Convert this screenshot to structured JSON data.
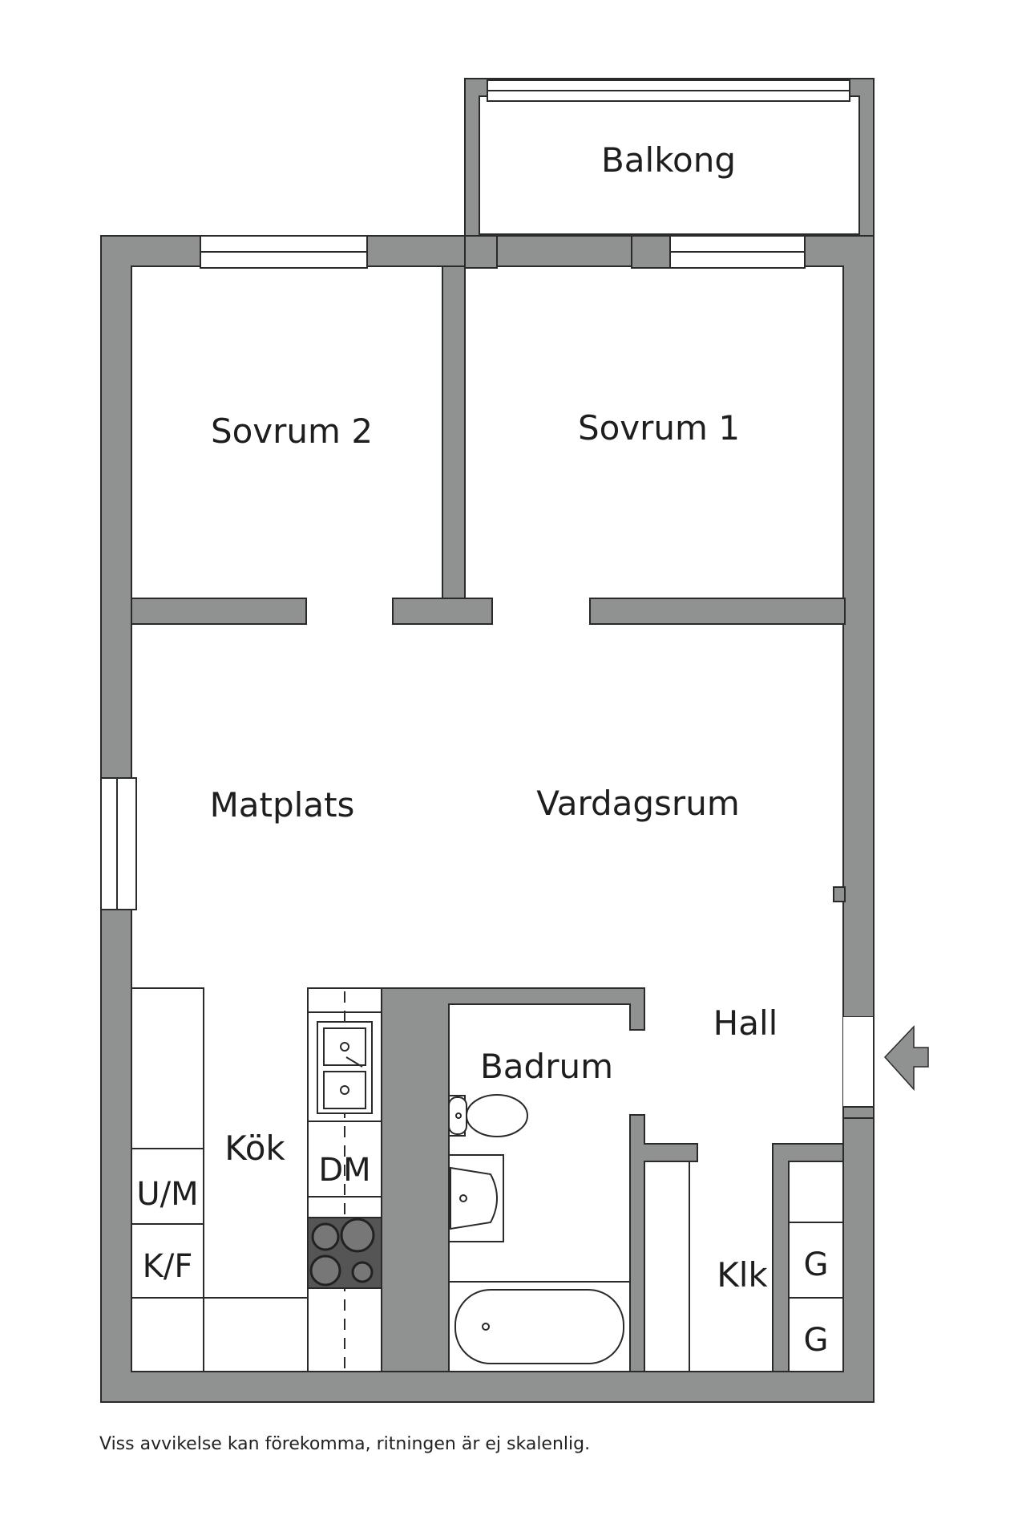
{
  "rooms": {
    "balkong": "Balkong",
    "sovrum2": "Sovrum 2",
    "sovrum1": "Sovrum 1",
    "matplats": "Matplats",
    "vardagsrum": "Vardagsrum",
    "hall": "Hall",
    "badrum": "Badrum",
    "kok": "Kök",
    "klk": "Klk"
  },
  "fixtures": {
    "um": "U/M",
    "kf": "K/F",
    "dm": "DM",
    "g1": "G",
    "g2": "G"
  },
  "disclaimer": "Viss avvikelse kan förekomma, ritningen är ej skalenlig.",
  "colors": {
    "wall": "#909292",
    "stroke": "#2a2a2a",
    "stove": "#555555",
    "background": "#ffffff"
  }
}
